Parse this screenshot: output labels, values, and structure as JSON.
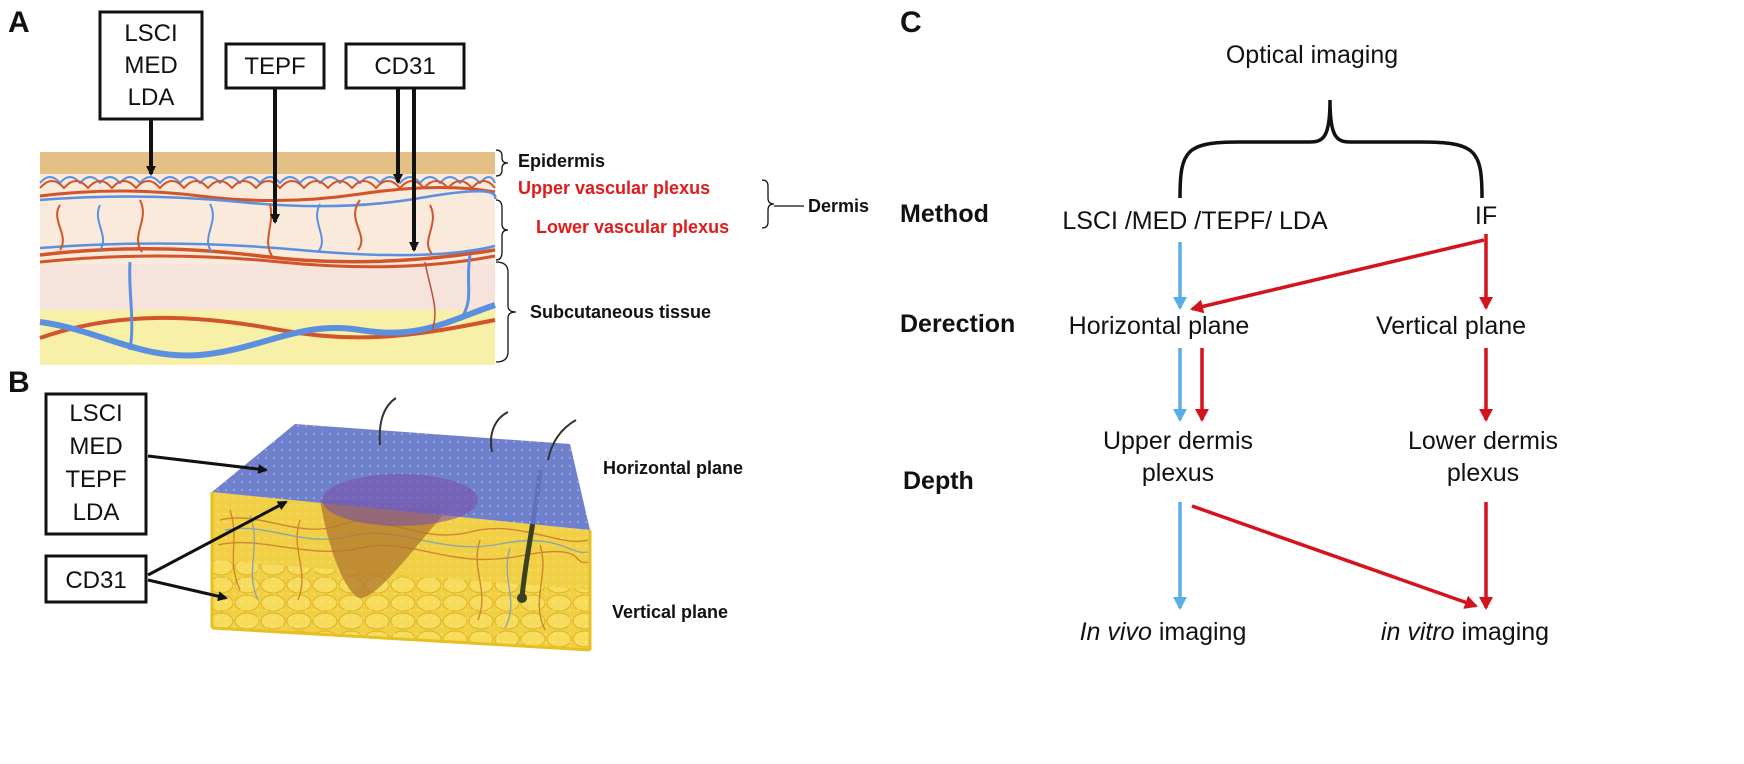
{
  "panels": {
    "a": "A",
    "b": "B",
    "c": "C"
  },
  "panel_a": {
    "box1": {
      "line1": "LSCI",
      "line2": "MED",
      "line3": "LDA"
    },
    "box2": "TEPF",
    "box3": "CD31",
    "layers": {
      "epidermis": "Epidermis",
      "upper_plexus": "Upper vascular plexus",
      "lower_plexus": "Lower vascular plexus",
      "dermis": "Dermis",
      "subcutaneous": "Subcutaneous tissue"
    }
  },
  "panel_b": {
    "box1": {
      "line1": "LSCI",
      "line2": "MED",
      "line3": "TEPF",
      "line4": "LDA"
    },
    "box2": "CD31",
    "horizontal_plane": "Horizontal plane",
    "vertical_plane": "Vertical plane"
  },
  "panel_c": {
    "top": "Optical imaging",
    "row_labels": {
      "method": "Method",
      "direction": "Derection",
      "depth": "Depth"
    },
    "method_left": "LSCI /MED /TEPF/ LDA",
    "method_right": "IF",
    "horizontal": "Horizontal plane",
    "vertical": "Vertical plane",
    "upper": {
      "line1": "Upper dermis",
      "line2": "plexus"
    },
    "lower": {
      "line1": "Lower dermis",
      "line2": "plexus"
    },
    "in_vivo": {
      "italic": "In vivo",
      "rest": " imaging"
    },
    "in_vitro": {
      "italic": "in vitro",
      "rest": " imaging"
    }
  },
  "colors": {
    "blue_arrow": "#5aaee8",
    "red_arrow": "#d4141c",
    "vessel_red": "#d2542a",
    "vessel_blue": "#5b8fe0",
    "epidermis": "#e4bf86",
    "subcutaneous": "#f8f0a6",
    "plane_top": "#6476c8",
    "tissue_yellow": "#f2d046"
  }
}
